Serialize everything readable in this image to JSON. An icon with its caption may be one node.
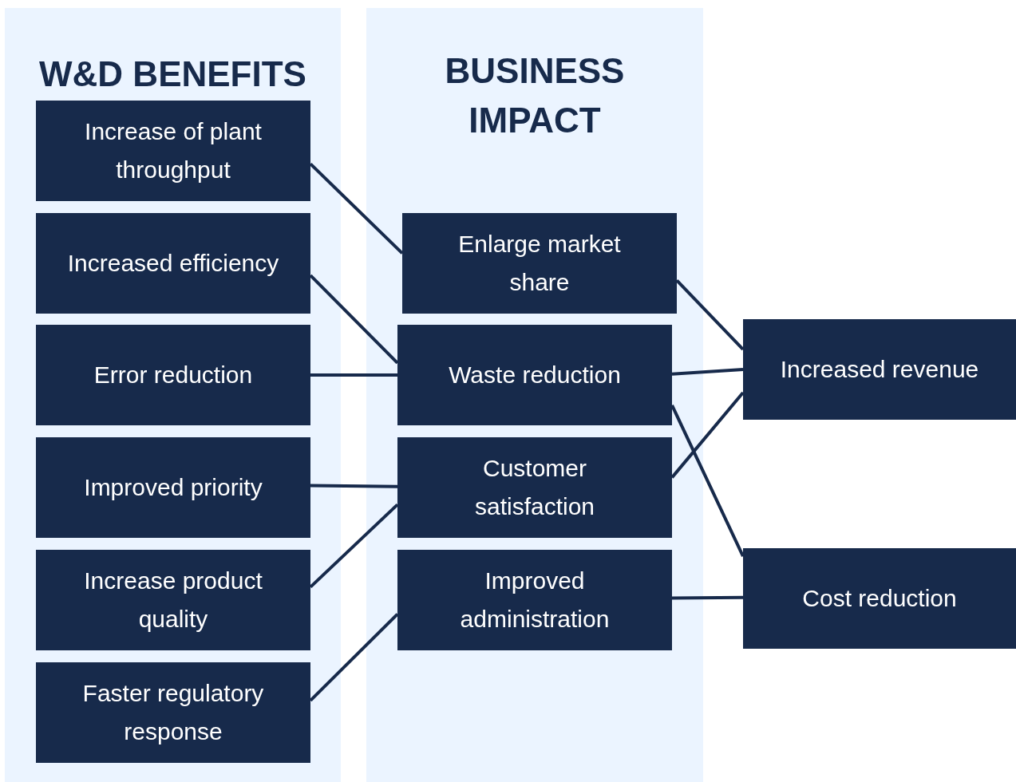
{
  "diagram": {
    "nodes": [
      {
        "text": [
          "W&D BENEFITS"
        ]
      },
      {
        "text": [
          "Increase of plant throughput"
        ],
        "in": 0
      },
      {
        "text": [
          "Increased efficiency"
        ],
        "in": 0
      },
      {
        "text": [
          "Error reduction"
        ],
        "in": 0
      },
      {
        "text": [
          "Improved priority"
        ],
        "in": 0
      },
      {
        "text": [
          "Increase product quality"
        ],
        "in": 0
      },
      {
        "text": [
          "Faster regulatory response"
        ],
        "in": 0
      },
      {
        "text": [
          "BUSINESS IMPACT"
        ]
      },
      {
        "text": [
          "Enlarge market share"
        ],
        "in": 7
      },
      {
        "text": [
          "Waste reduction"
        ],
        "in": 7
      },
      {
        "text": [
          "Customer satisfaction"
        ],
        "in": 7
      },
      {
        "text": [
          "Improved administration"
        ],
        "in": 7
      },
      {
        "text": [
          "Increased revenue"
        ]
      },
      {
        "text": [
          "Cost reduction"
        ]
      }
    ],
    "edges": [
      {
        "from": 1,
        "to": 8,
        "arrow": "none"
      },
      {
        "from": 2,
        "to": 9,
        "arrow": "none"
      },
      {
        "from": 3,
        "to": 9,
        "arrow": "none"
      },
      {
        "from": 4,
        "to": 10,
        "arrow": "none"
      },
      {
        "from": 5,
        "to": 10,
        "arrow": "none"
      },
      {
        "from": 6,
        "to": 11,
        "arrow": "none"
      },
      {
        "from": 8,
        "to": 12,
        "arrow": "none"
      },
      {
        "from": 9,
        "to": 12,
        "arrow": "none"
      },
      {
        "from": 10,
        "to": 12,
        "arrow": "none"
      },
      {
        "from": 9,
        "to": 13,
        "arrow": "none"
      },
      {
        "from": 11,
        "to": 13,
        "arrow": "none"
      }
    ]
  }
}
